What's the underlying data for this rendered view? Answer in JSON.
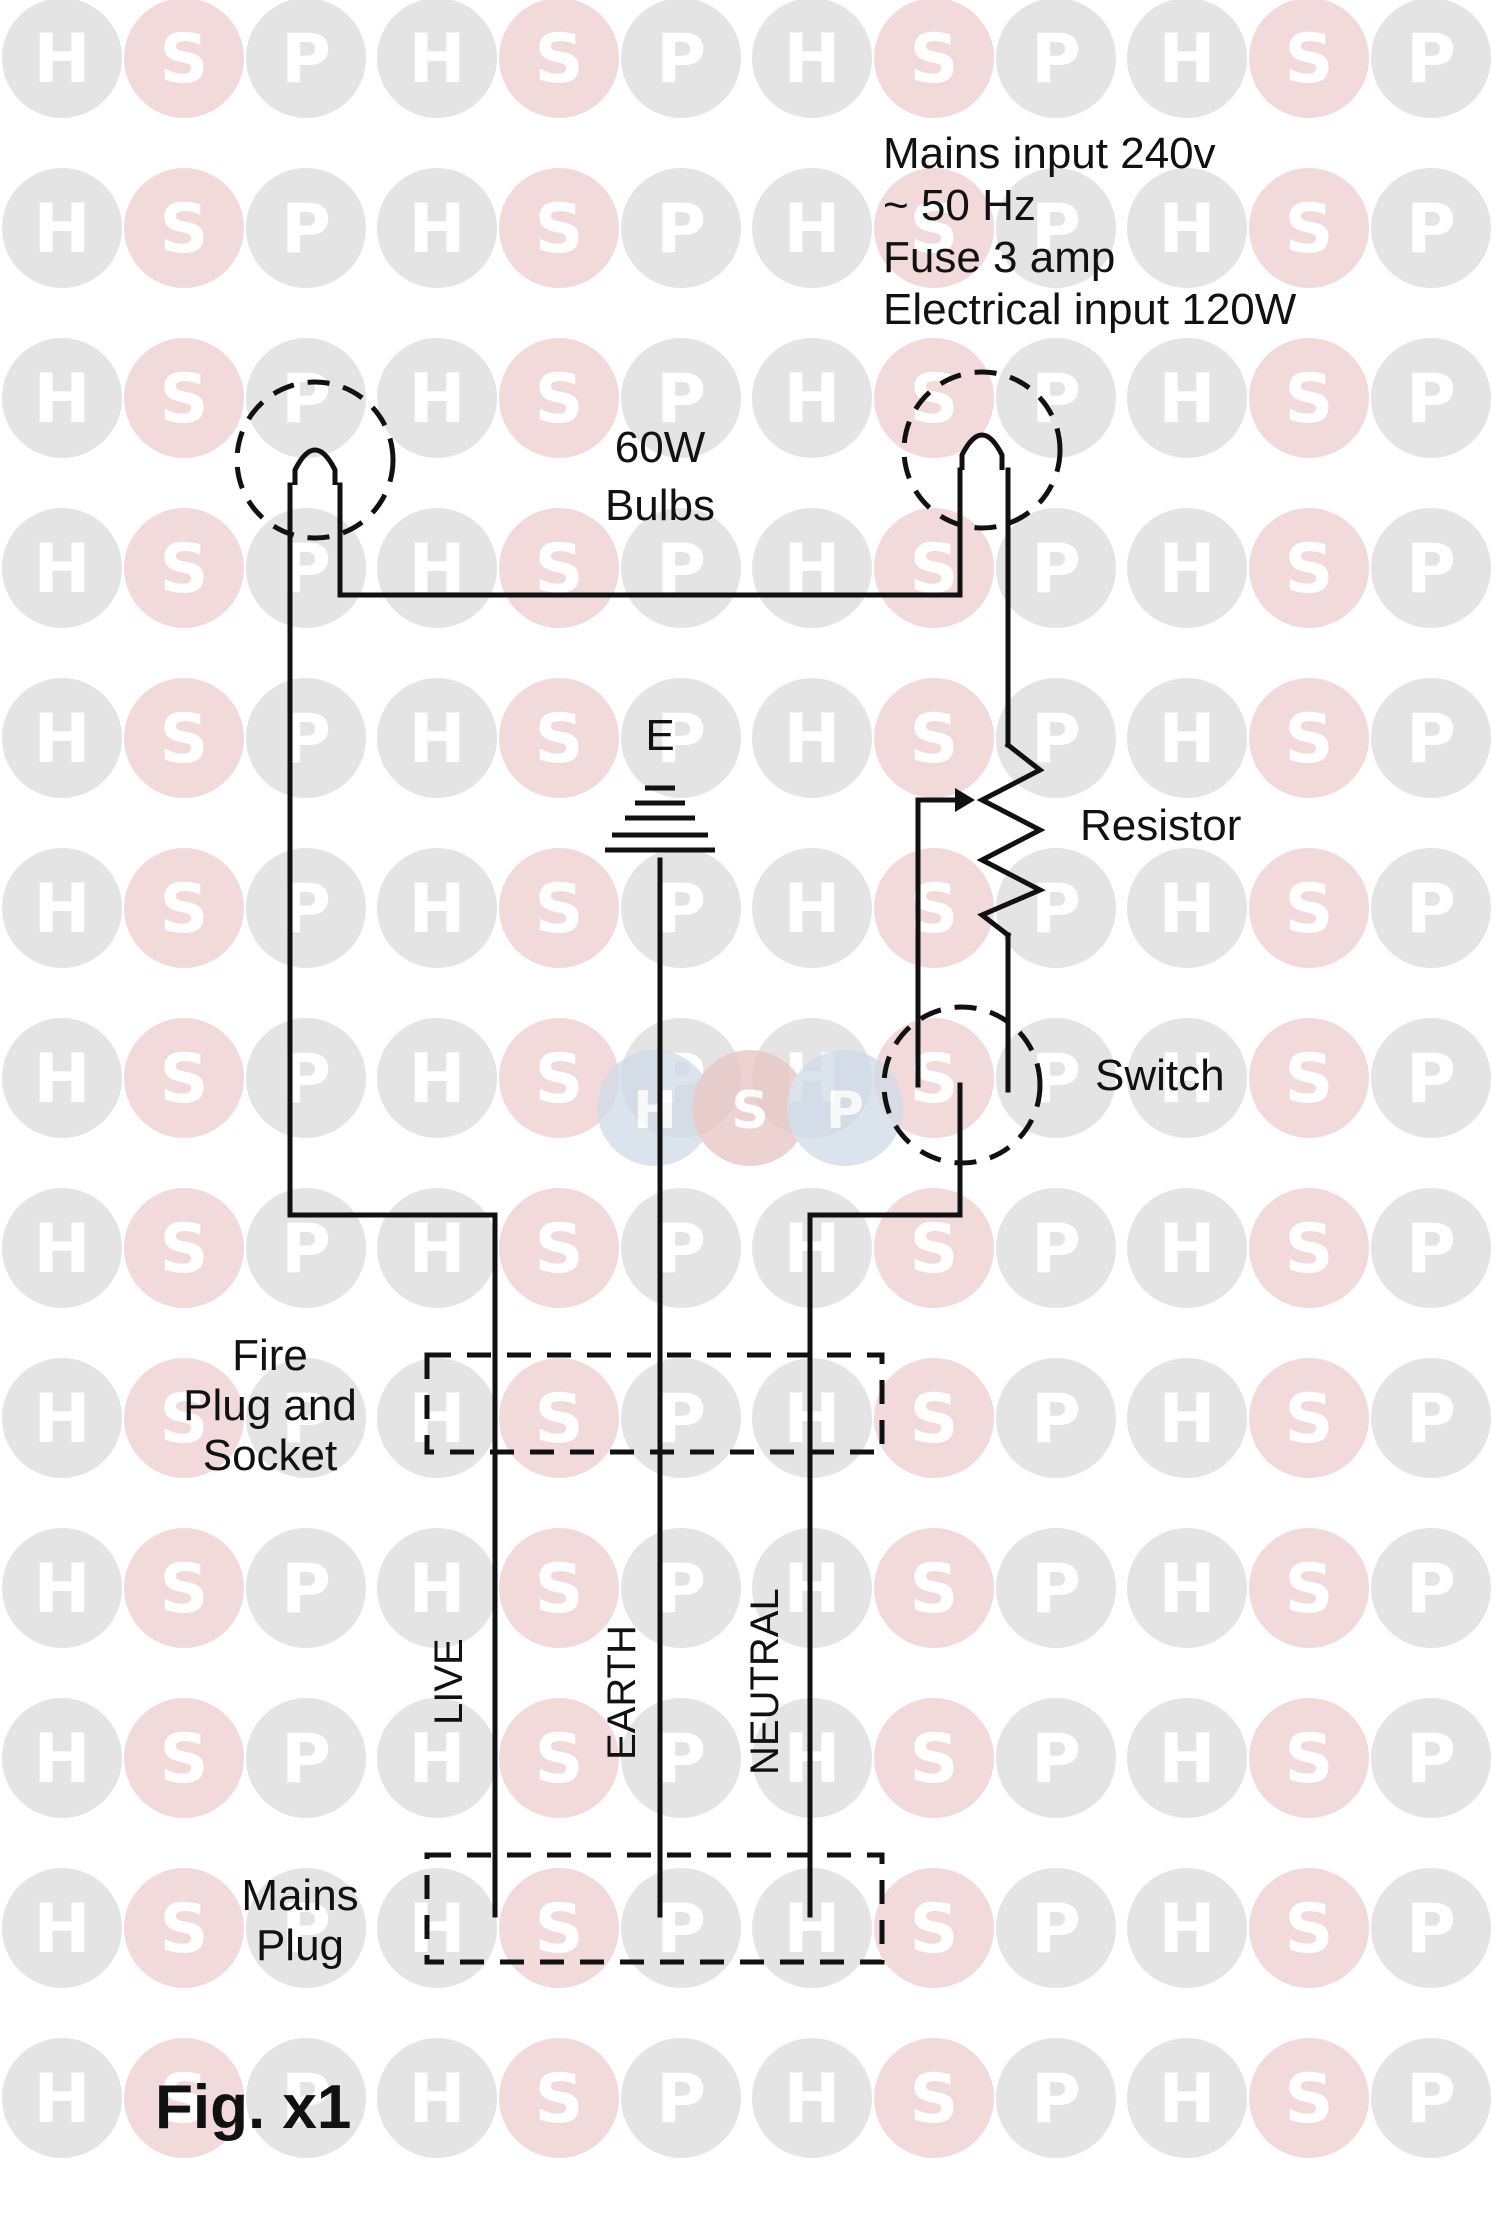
{
  "watermark": {
    "letters": [
      "H",
      "S",
      "P"
    ],
    "colors": {
      "gray": "#e4e4e4",
      "pink": "#f3dada",
      "blue": "#cfdbe8",
      "red": "#e8c4c4"
    }
  },
  "labels": {
    "mains_input": [
      "Mains input 240v",
      "~ 50 Hz",
      "Fuse 3 amp",
      "Electrical input 120W"
    ],
    "bulbs": [
      "60W",
      "Bulbs"
    ],
    "earth_symbol": "E",
    "resistor": "Resistor",
    "switch": "Switch",
    "fire_plug": [
      "Fire",
      "Plug and",
      "Socket"
    ],
    "mains_plug": [
      "Mains",
      "Plug"
    ],
    "live": "LIVE",
    "earth": "EARTH",
    "neutral": "NEUTRAL",
    "figure_caption": "Fig. x1"
  },
  "style": {
    "ink": "#111111",
    "background": "#ffffff"
  }
}
